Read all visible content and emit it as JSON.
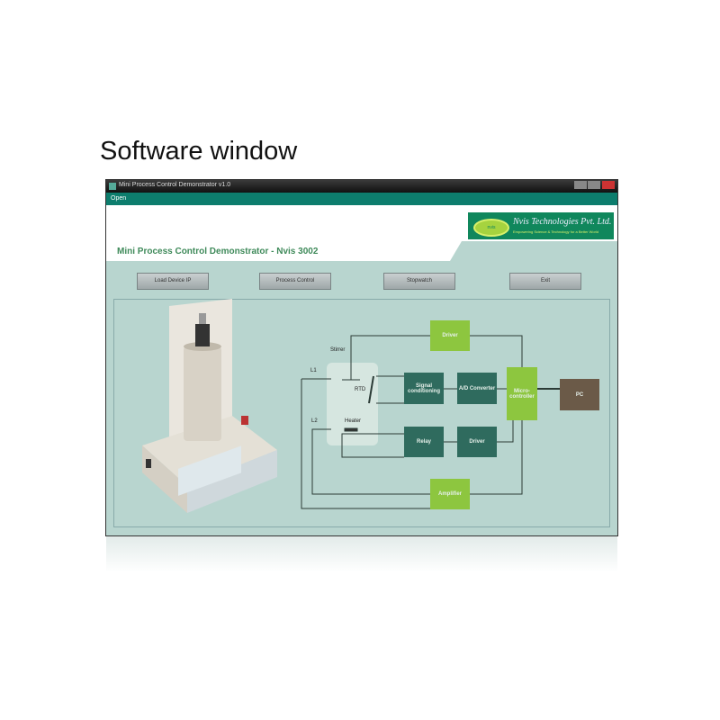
{
  "caption": "Software window",
  "window": {
    "title": "Mini Process Control Demonstrator v1.0",
    "menu": [
      "Open"
    ]
  },
  "header": {
    "app_title": "Mini Process Control Demonstrator - Nvis 3002",
    "logo_name": "Nvis Technologies Pvt. Ltd.",
    "logo_mark": "nvis",
    "logo_tagline": "Empowering Science & Technology for a Better World"
  },
  "buttons": [
    "Load Device IP",
    "Process Control",
    "Stopwatch",
    "Exit"
  ],
  "diagram": {
    "driver_top": "Driver",
    "stirrer": "Stirrer",
    "rtd": "RTD",
    "heater": "Heater",
    "l1": "L1",
    "l2": "L2",
    "signal_conditioning": "Signal conditioning",
    "ad_converter": "A/D Converter",
    "microcontroller": "Micro-controller",
    "pc": "PC",
    "relay": "Relay",
    "driver_bottom": "Driver",
    "amplifier": "Amplifier"
  },
  "colors": {
    "teal_menu": "#0d7d6d",
    "dark_block": "#2f6b5e",
    "light_block": "#8dc63f",
    "pc_block": "#6b5a48",
    "background": "#b8d5cf"
  }
}
